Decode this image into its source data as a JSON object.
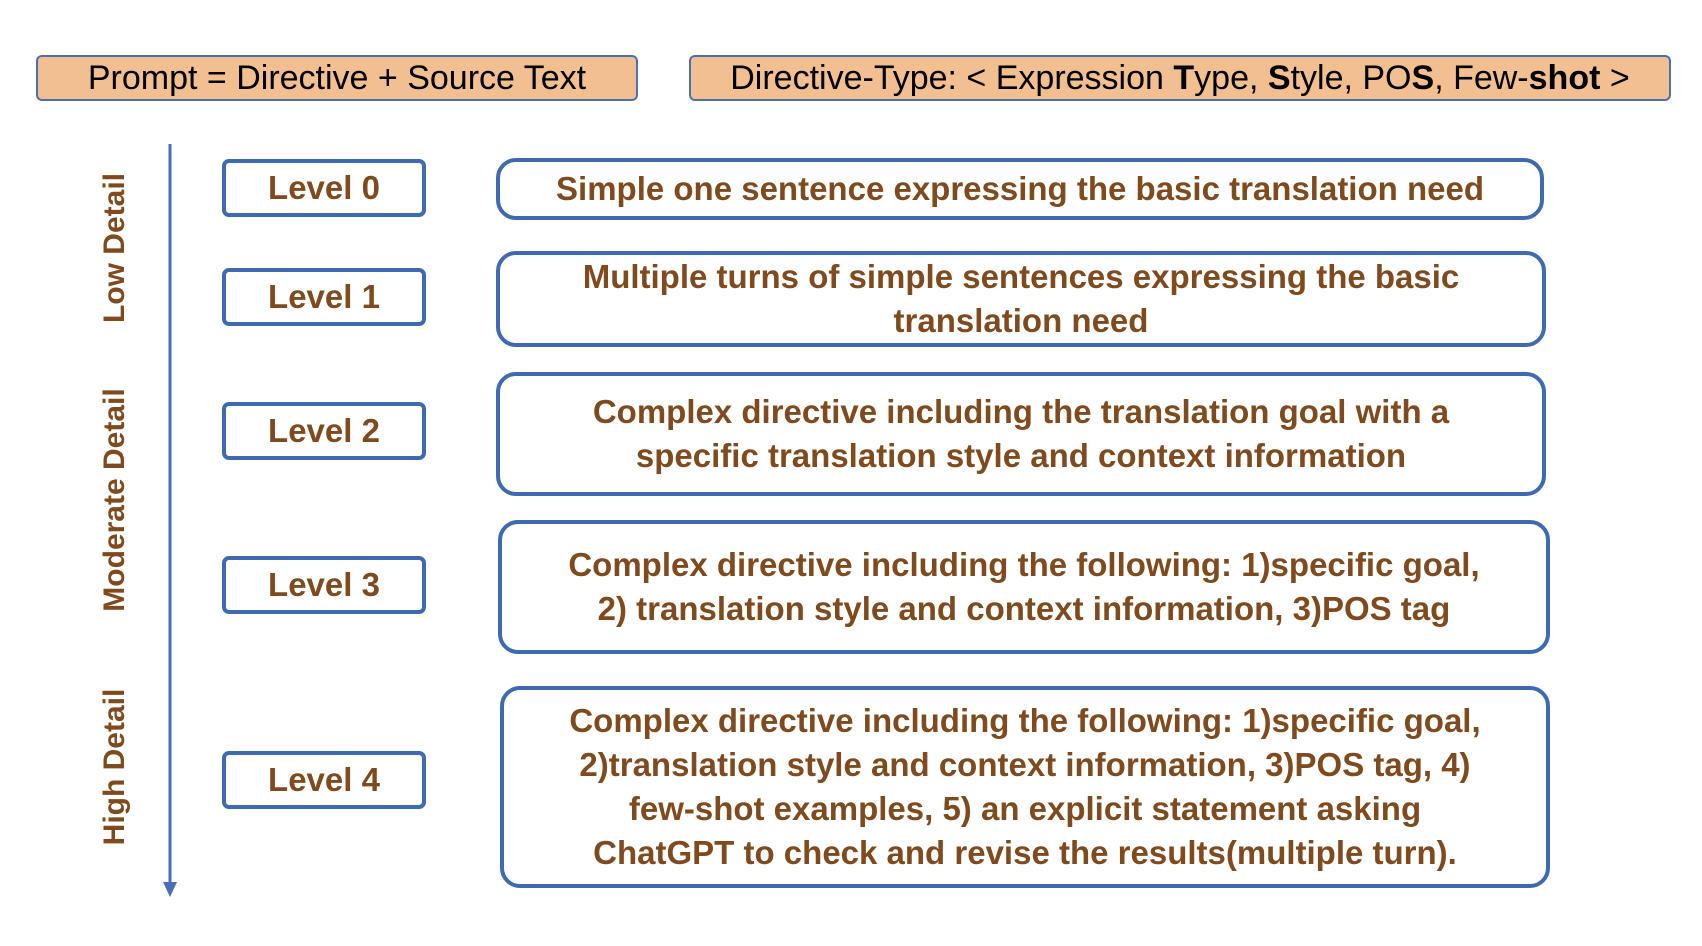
{
  "header": {
    "prompt_formula": "Prompt = Directive + Source Text",
    "directive_type": {
      "prefix": "Directive-Type: < Expression ",
      "t_bold": "T",
      "after_t": "ype, ",
      "s_bold": "S",
      "after_s": "tyle, PO",
      "pos_s_bold": "S",
      "after_pos": ", Few-",
      "shot_bold": "shot",
      "suffix": " >"
    }
  },
  "axis": {
    "groups": [
      "Low Detail",
      "Moderate Detail",
      "High Detail"
    ],
    "color": "#4A6FB4"
  },
  "levels": [
    {
      "label": "Level 0",
      "description": "Simple one sentence expressing the basic translation need"
    },
    {
      "label": "Level 1",
      "description": "Multiple turns of simple sentences expressing the basic\ntranslation need"
    },
    {
      "label": "Level 2",
      "description": "Complex directive including the translation goal with a\nspecific translation style and context information"
    },
    {
      "label": "Level 3",
      "description": "Complex directive including the following: 1)specific goal,\n2) translation style and context information, 3)POS tag"
    },
    {
      "label": "Level 4",
      "description": "Complex directive including the following: 1)specific goal,\n2)translation style and context information, 3)POS tag, 4)\nfew-shot examples, 5) an explicit statement asking\nChatGPT to check and revise the results(multiple turn)."
    }
  ],
  "colors": {
    "header_fill": "#F2BF91",
    "border_blue": "#3E6AB0",
    "text_brown": "#7F4A1E"
  }
}
